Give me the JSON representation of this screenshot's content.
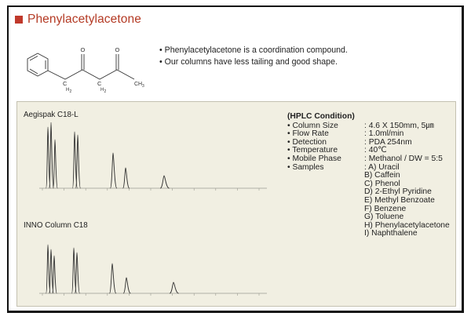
{
  "header": {
    "title": "Phenylacetylacetone",
    "accent_color": "#c0392b",
    "title_color": "#b43a24"
  },
  "structure": {
    "labels": [
      "O",
      "O",
      "C",
      "H",
      "2",
      "C",
      "H",
      "2",
      "CH",
      "3"
    ]
  },
  "bullets": [
    "Phenylacetylacetone is a coordination compound.",
    "Our columns have less tailing and good shape."
  ],
  "panel": {
    "background": "#f1efe2",
    "charts": [
      {
        "label": "Aegispak C18-L"
      },
      {
        "label": "INNO Column C18"
      }
    ]
  },
  "conditions": {
    "title": "(HPLC Condition)",
    "rows": [
      {
        "name": "• Column Size",
        "value": ": 4.6 X 150mm, 5㎛"
      },
      {
        "name": "• Flow Rate",
        "value": ": 1.0ml/min"
      },
      {
        "name": "• Detection",
        "value": ": PDA 254nm"
      },
      {
        "name": "• Temperature",
        "value": ": 40℃"
      },
      {
        "name": "• Mobile Phase",
        "value": ": Methanol / DW = 5:5"
      },
      {
        "name": "• Samples",
        "value": ": A) Uracil"
      }
    ],
    "samples_more": [
      "B) Caffein",
      "C) Phenol",
      "D) 2-Ethyl Pyridine",
      "E) Methyl Benzoate",
      "F) Benzene",
      "G) Toluene",
      "H) Phenylacetylacetone",
      "I) Naphthalene"
    ]
  }
}
